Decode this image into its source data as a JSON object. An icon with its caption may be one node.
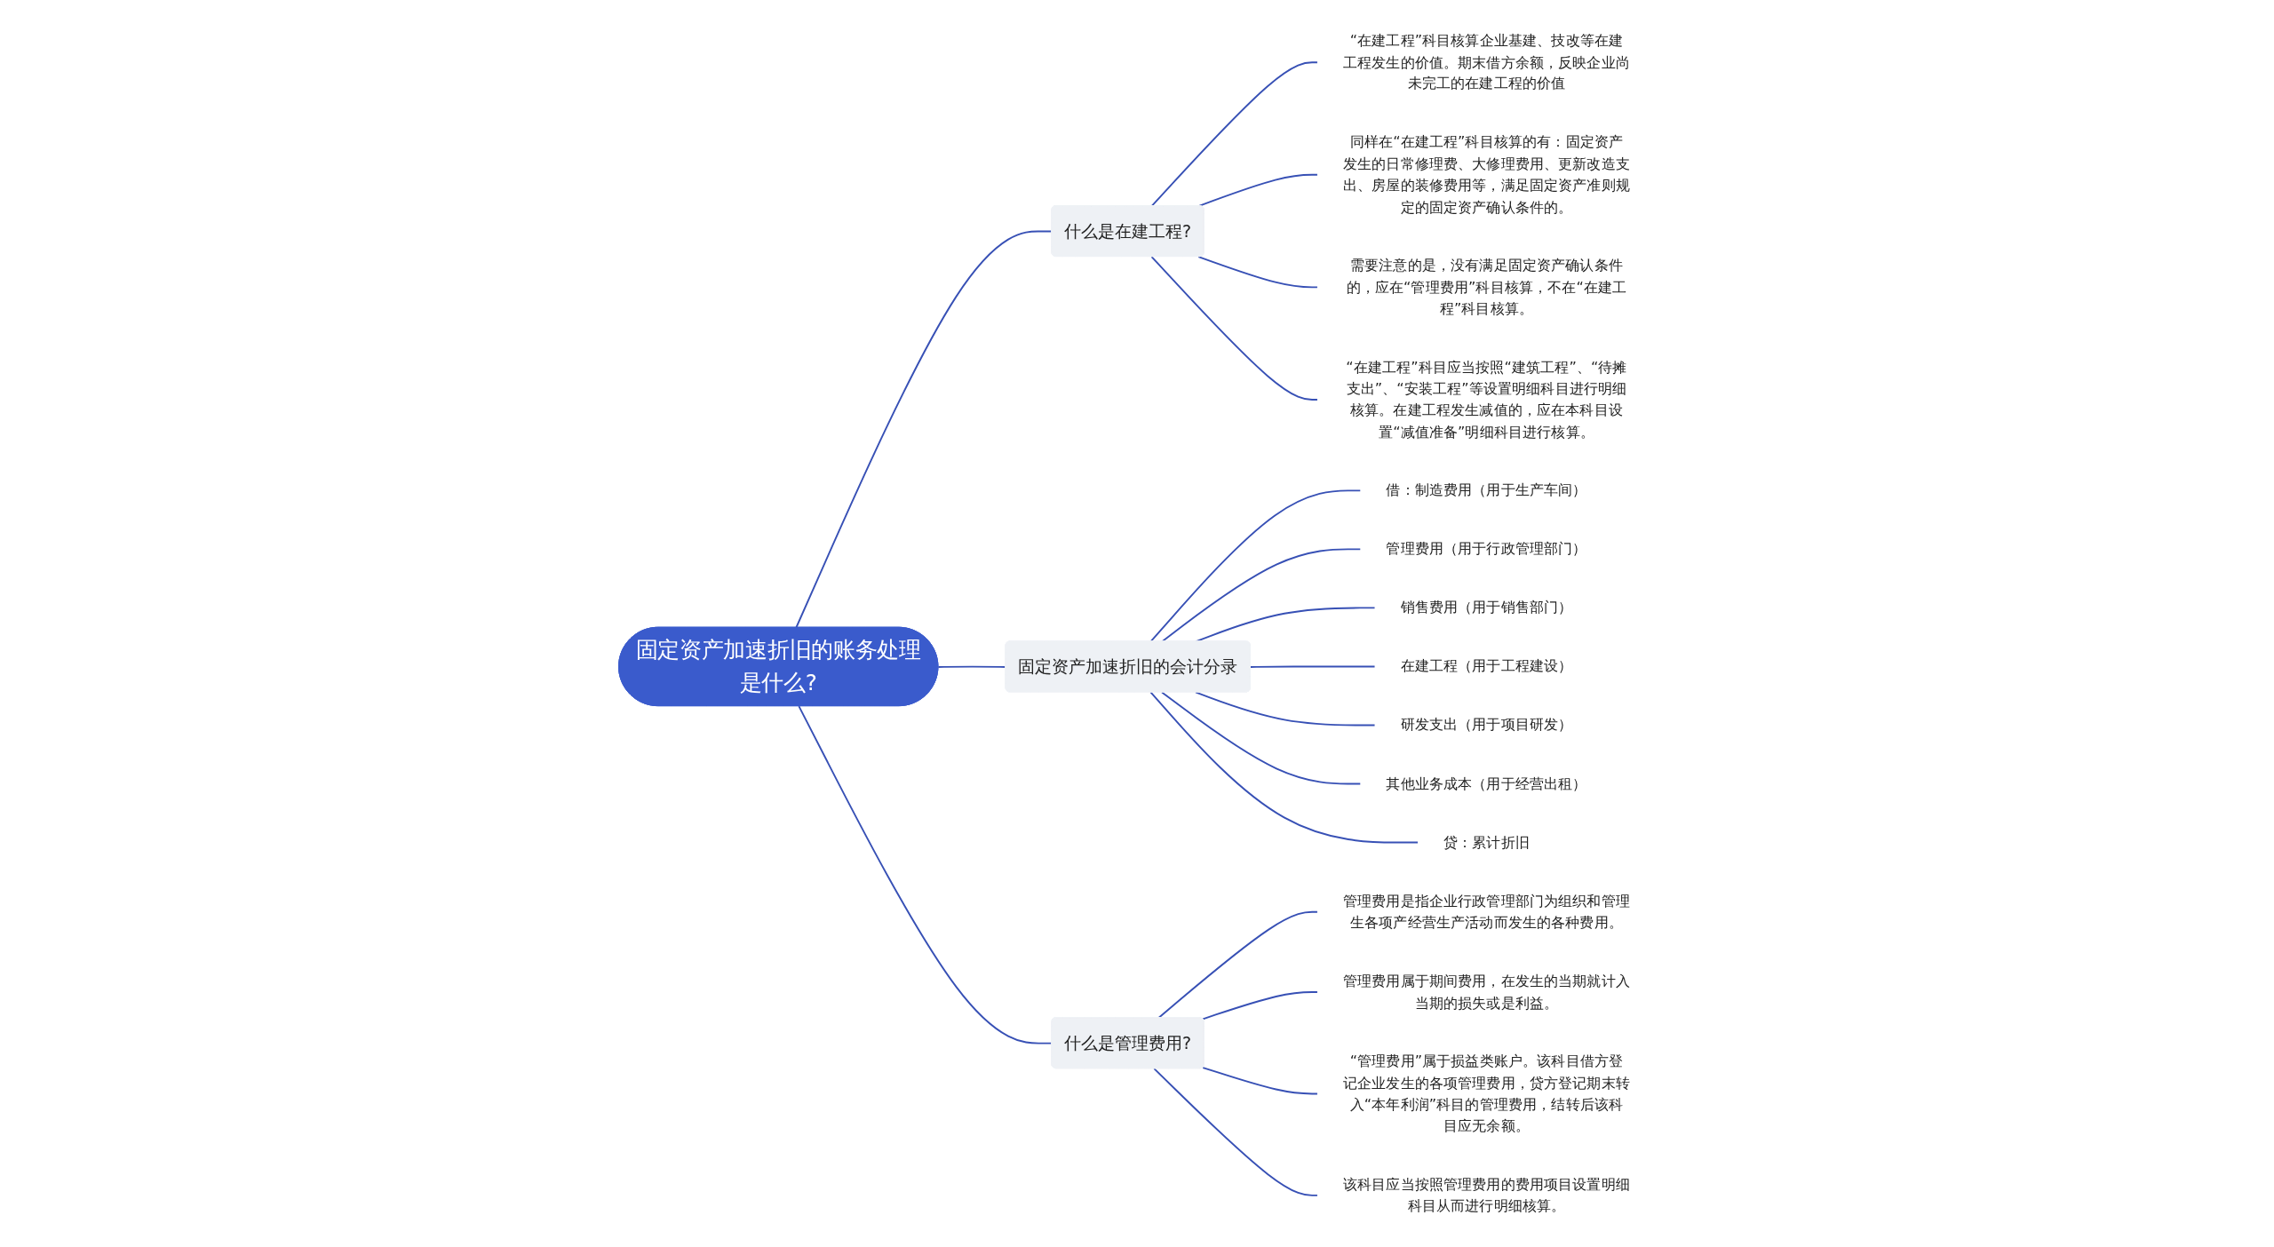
{
  "diagram": {
    "nodes": [
      {
        "text": [
          "固定资产加速折旧的账务处理是什么?"
        ]
      },
      {
        "text": [
          "什么是在建工程?"
        ]
      },
      {
        "text": [
          "“在建工程”科目核算企业基建、技改等在建工程发生的价值。期末借方余额，反映企业尚未完工的在建工程的价值"
        ]
      },
      {
        "text": [
          "同样在“在建工程”科目核算的有：固定资产发生的日常修理费、大修理费用、更新改造支出、房屋的装修费用等，满足固定资产准则规定的固定资产确认条件的。"
        ]
      },
      {
        "text": [
          "需要注意的是，没有满足固定资产确认条件的，应在“管理费用”科目核算，不在“在建工程”科目核算。"
        ]
      },
      {
        "text": [
          "“在建工程”科目应当按照“建筑工程”、“待摊支出”、“安装工程”等设置明细科目进行明细核算。在建工程发生减值的，应在本科目设置“减值准备”明细科目进行核算。"
        ]
      },
      {
        "text": [
          "固定资产加速折旧的会计分录"
        ]
      },
      {
        "text": [
          "借：制造费用（用于生产车间）"
        ]
      },
      {
        "text": [
          "管理费用（用于行政管理部门）"
        ]
      },
      {
        "text": [
          "销售费用（用于销售部门）"
        ]
      },
      {
        "text": [
          "在建工程（用于工程建设）"
        ]
      },
      {
        "text": [
          "研发支出（用于项目研发）"
        ]
      },
      {
        "text": [
          "其他业务成本（用于经营出租）"
        ]
      },
      {
        "text": [
          "贷：累计折旧"
        ]
      },
      {
        "text": [
          "什么是管理费用?"
        ]
      },
      {
        "text": [
          "管理费用是指企业行政管理部门为组织和管理生各项产经营生产活动而发生的各种费用。"
        ]
      },
      {
        "text": [
          "管理费用属于期间费用，在发生的当期就计入当期的损失或是利益。"
        ]
      },
      {
        "text": [
          "“管理费用”属于损益类账户。该科目借方登记企业发生的各项管理费用，贷方登记期末转入“本年利润”科目的管理费用，结转后该科目应无余额。"
        ]
      },
      {
        "text": [
          "该科目应当按照管理费用的费用项目设置明细科目从而进行明细核算。"
        ]
      }
    ],
    "edges": [
      {
        "from": 0,
        "to": 1,
        "arrow": "none"
      },
      {
        "from": 1,
        "to": 2,
        "arrow": "none"
      },
      {
        "from": 1,
        "to": 3,
        "arrow": "none"
      },
      {
        "from": 1,
        "to": 4,
        "arrow": "none"
      },
      {
        "from": 1,
        "to": 5,
        "arrow": "none"
      },
      {
        "from": 0,
        "to": 6,
        "arrow": "none"
      },
      {
        "from": 6,
        "to": 7,
        "arrow": "none"
      },
      {
        "from": 6,
        "to": 8,
        "arrow": "none"
      },
      {
        "from": 6,
        "to": 9,
        "arrow": "none"
      },
      {
        "from": 6,
        "to": 10,
        "arrow": "none"
      },
      {
        "from": 6,
        "to": 11,
        "arrow": "none"
      },
      {
        "from": 6,
        "to": 12,
        "arrow": "none"
      },
      {
        "from": 6,
        "to": 13,
        "arrow": "none"
      },
      {
        "from": 0,
        "to": 14,
        "arrow": "none"
      },
      {
        "from": 14,
        "to": 15,
        "arrow": "none"
      },
      {
        "from": 14,
        "to": 16,
        "arrow": "none"
      },
      {
        "from": 14,
        "to": 17,
        "arrow": "none"
      },
      {
        "from": 14,
        "to": 18,
        "arrow": "none"
      }
    ]
  }
}
